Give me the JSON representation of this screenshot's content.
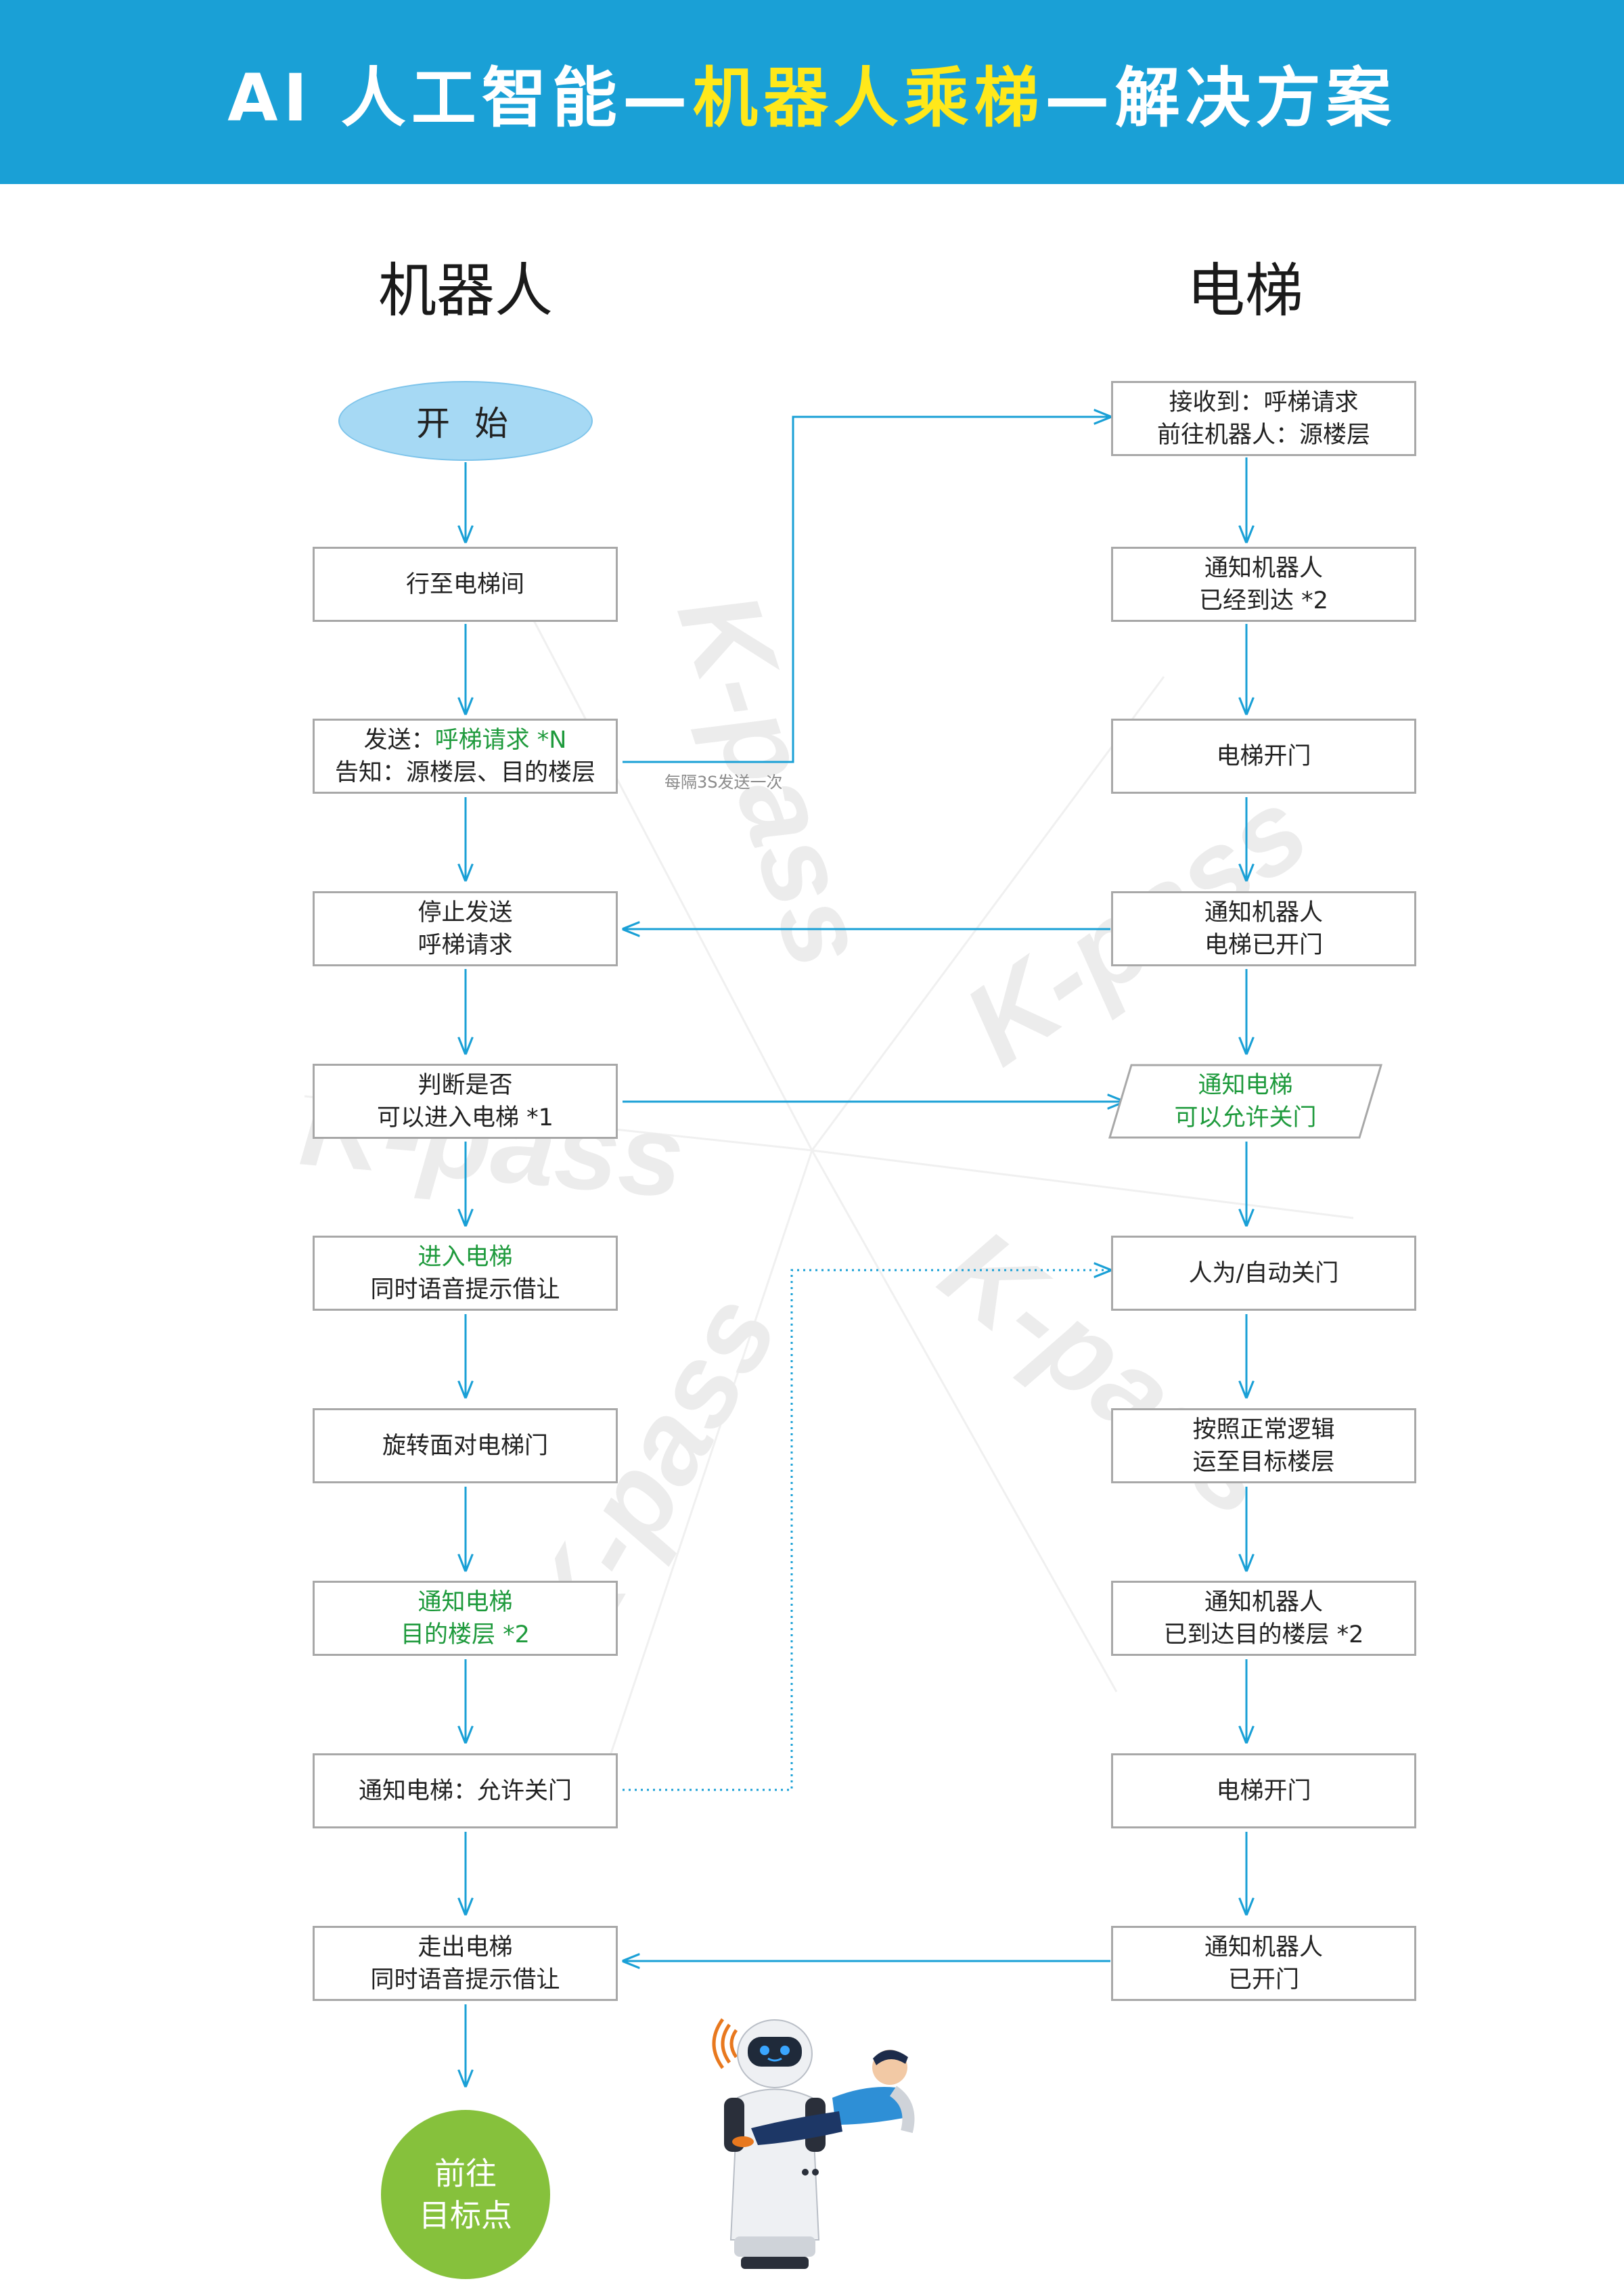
{
  "header": {
    "title_part1": "AI 人工智能—",
    "title_highlight": "机器人乘梯",
    "title_part2": "—解决方案",
    "bg_color": "#1aa0d6",
    "highlight_color": "#ffe81a"
  },
  "columns": {
    "robot": "机器人",
    "elevator": "电梯"
  },
  "robot_flow": {
    "start": "开 始",
    "step1": [
      "行至电梯间"
    ],
    "step2_line1_prefix": "发送：",
    "step2_line1_green": "呼梯请求  *N",
    "step2_line2": "告知：源楼层、目的楼层",
    "step3": [
      "停止发送",
      "呼梯请求"
    ],
    "step4": [
      "判断是否",
      "可以进入电梯 *1"
    ],
    "step5_green": "进入电梯",
    "step5_line2": "同时语音提示借让",
    "step6": [
      "旋转面对电梯门"
    ],
    "step7_green": [
      "通知电梯",
      "目的楼层 *2"
    ],
    "step8": [
      "通知电梯：允许关门"
    ],
    "step9": [
      "走出电梯",
      "同时语音提示借让"
    ],
    "end": [
      "前往",
      "目标点"
    ]
  },
  "elevator_flow": {
    "e1": [
      "接收到：呼梯请求",
      "前往机器人：源楼层"
    ],
    "e2": [
      "通知机器人",
      "已经到达  *2"
    ],
    "e3": [
      "电梯开门"
    ],
    "e4": [
      "通知机器人",
      "电梯已开门"
    ],
    "e5_green": [
      "通知电梯",
      "可以允许关门"
    ],
    "e6": [
      "人为/自动关门"
    ],
    "e7": [
      "按照正常逻辑",
      "运至目标楼层"
    ],
    "e8": [
      "通知机器人",
      "已到达目的楼层 *2"
    ],
    "e9": [
      "电梯开门"
    ],
    "e10": [
      "通知机器人",
      "已开门"
    ]
  },
  "notes": {
    "resend": "每隔3S发送一次"
  },
  "colors": {
    "arrow": "#1aa0d6",
    "green_text": "#1e9a3c",
    "start_fill": "#a6d9f4",
    "end_fill": "#86c13c",
    "box_border": "#a8a8a8"
  },
  "watermark": {
    "text": "K-pass"
  }
}
